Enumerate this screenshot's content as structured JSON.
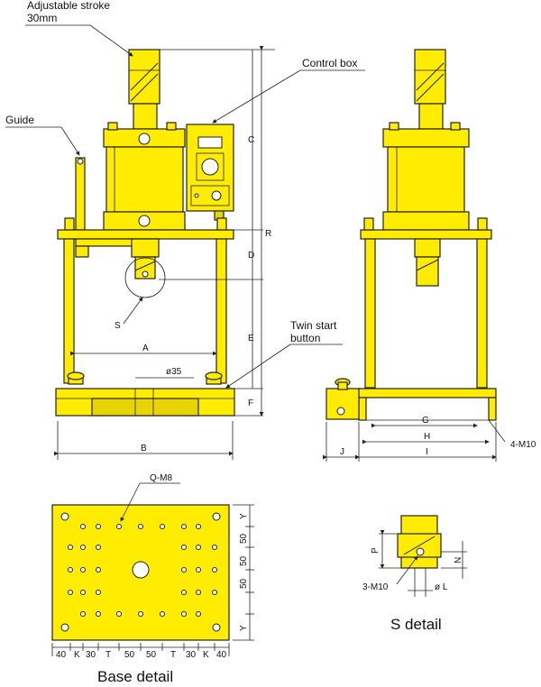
{
  "callouts": {
    "adjustable_stroke_line1": "Adjustable stroke",
    "adjustable_stroke_line2": "30mm",
    "control_box": "Control box",
    "guide": "Guide",
    "twin_start_line1": "Twin start",
    "twin_start_line2": "button",
    "s_marker": "S"
  },
  "front_dimensions": {
    "A": "A",
    "B": "B",
    "C": "C",
    "D": "D",
    "E": "E",
    "F": "F",
    "R": "R",
    "bore": "ø35"
  },
  "side_dimensions": {
    "G": "G",
    "H": "H",
    "I": "I",
    "J": "J",
    "tap": "4-M10"
  },
  "base_detail": {
    "caption": "Base detail",
    "tap_label": "Q-M8",
    "bottom_dims": [
      "40",
      "K",
      "30",
      "T",
      "50",
      "50",
      "T",
      "30",
      "K",
      "40"
    ],
    "right_dims": [
      "Y",
      "50",
      "50",
      "50",
      "Y"
    ]
  },
  "s_detail": {
    "caption": "S detail",
    "tap": "3-M10",
    "P": "P",
    "N": "N",
    "L": "ø L"
  },
  "colors": {
    "body": "#ffec00",
    "line": "#222222"
  }
}
